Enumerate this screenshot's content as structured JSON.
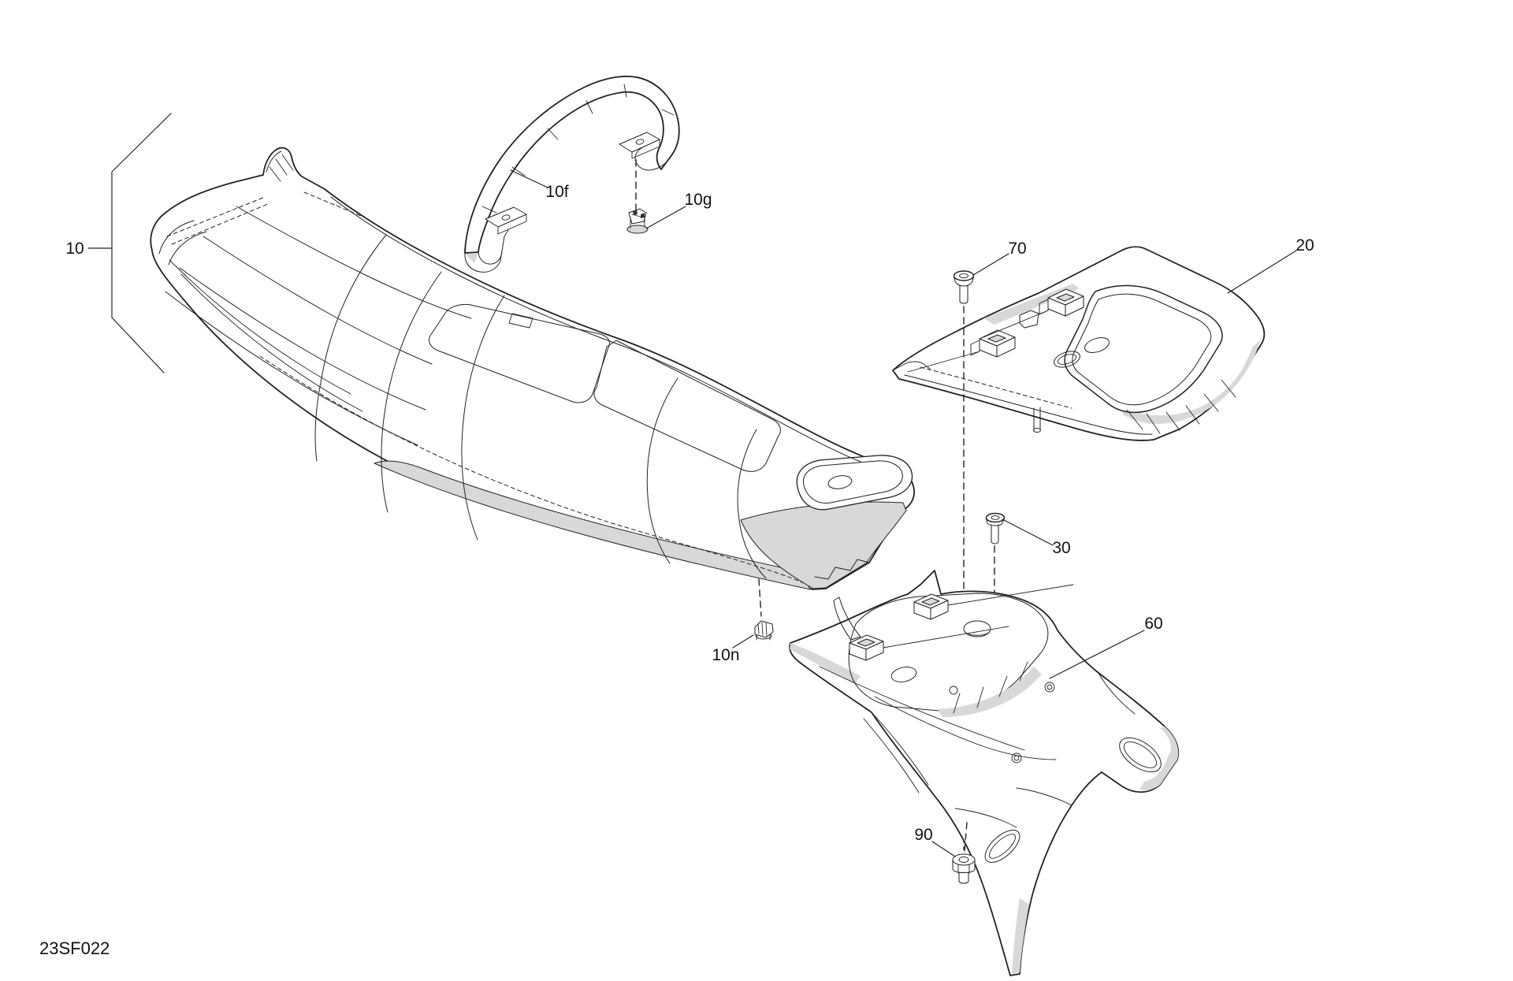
{
  "diagram": {
    "drawing_code": "23SF022",
    "callouts": [
      {
        "id": "10",
        "label": "10"
      },
      {
        "id": "10f",
        "label": "10f"
      },
      {
        "id": "10g",
        "label": "10g"
      },
      {
        "id": "10n",
        "label": "10n"
      },
      {
        "id": "20",
        "label": "20"
      },
      {
        "id": "30",
        "label": "30"
      },
      {
        "id": "60",
        "label": "60"
      },
      {
        "id": "70",
        "label": "70"
      },
      {
        "id": "90",
        "label": "90"
      }
    ],
    "colors": {
      "line": "#222222",
      "shade": "#d8d8d8",
      "background": "#ffffff"
    }
  }
}
